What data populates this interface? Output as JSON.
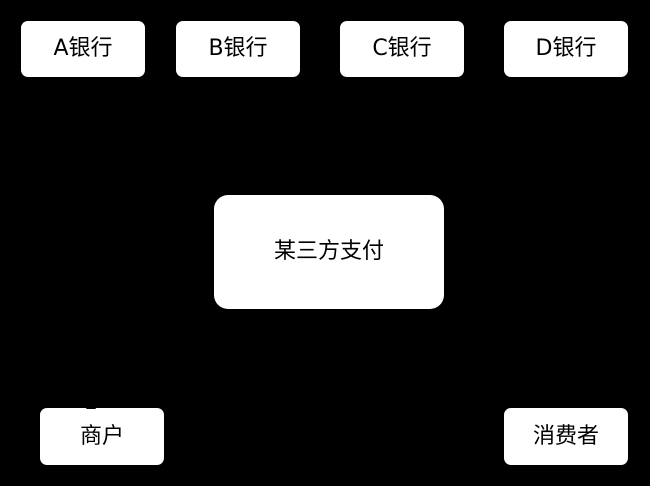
{
  "banks": [
    {
      "label": "A银行"
    },
    {
      "label": "B银行"
    },
    {
      "label": "C银行"
    },
    {
      "label": "D银行"
    }
  ],
  "hub": {
    "label": "某三方支付"
  },
  "merchant": {
    "label": "商户"
  },
  "consumer": {
    "label": "消费者"
  },
  "colors": {
    "background": "#000000",
    "node_fill": "#ffffff",
    "text": "#000000"
  }
}
